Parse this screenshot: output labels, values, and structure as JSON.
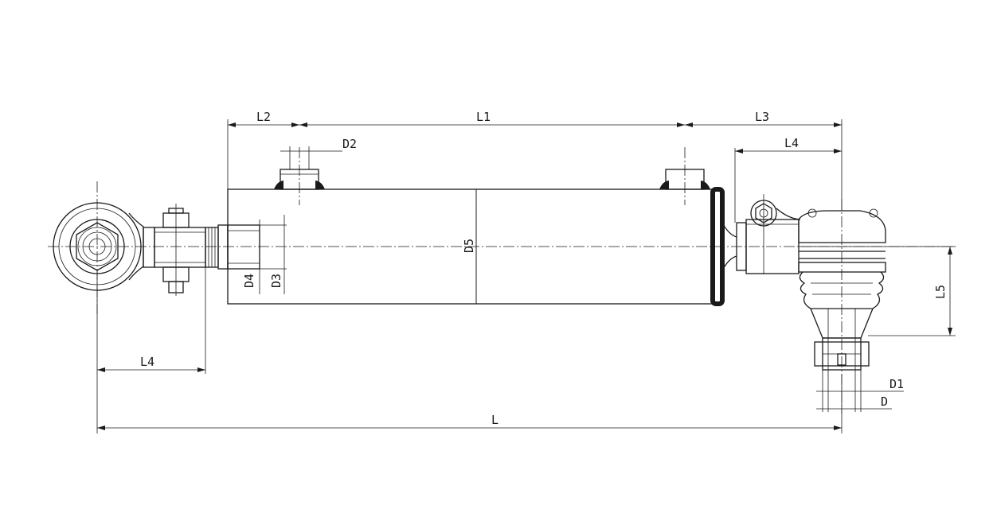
{
  "labels": {
    "L": "L",
    "L1": "L1",
    "L2": "L2",
    "L3": "L3",
    "L4_top": "L4",
    "L4_bottom": "L4",
    "L5": "L5",
    "D": "D",
    "D1": "D1",
    "D2": "D2",
    "D3": "D3",
    "D4": "D4",
    "D5": "D5"
  }
}
